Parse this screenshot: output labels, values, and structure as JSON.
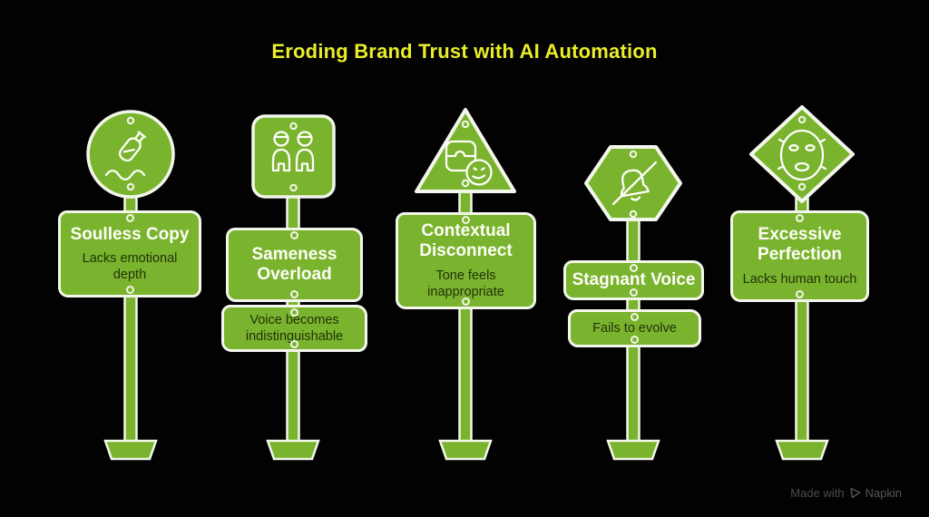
{
  "title": "Eroding Brand Trust with AI Automation",
  "posts": [
    {
      "shape": "circle",
      "icon": "message-in-bottle-icon",
      "title": "Soulless Copy",
      "subtitle": "Lacks emotional depth"
    },
    {
      "shape": "square",
      "icon": "two-people-icon",
      "title": "Sameness Overload",
      "subtitle": "Voice becomes indistinguishable"
    },
    {
      "shape": "triangle",
      "icon": "puzzle-smiley-icon",
      "title": "Contextual Disconnect",
      "subtitle": "Tone feels inappropriate"
    },
    {
      "shape": "hexagon",
      "icon": "bell-slash-icon",
      "title": "Stagnant Voice",
      "subtitle": "Fails to evolve"
    },
    {
      "shape": "diamond",
      "icon": "face-mask-icon",
      "title": "Excessive Perfection",
      "subtitle": "Lacks human touch"
    }
  ],
  "footer": {
    "made_with": "Made with",
    "brand": "Napkin"
  },
  "colors": {
    "background": "#020202",
    "green": "#7ab32d",
    "outline_white": "#f3f7eb",
    "title_yellow": "#e9ee29",
    "title_text": "#fdfef7",
    "subtitle_text": "#1f330a",
    "footer_gray": "#4c4c4c"
  }
}
